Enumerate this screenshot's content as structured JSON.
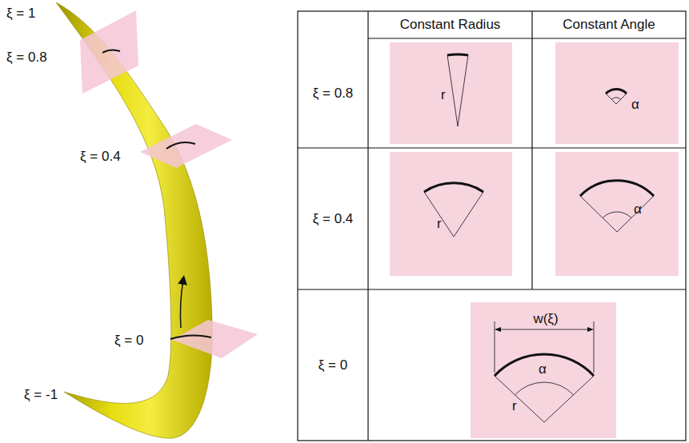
{
  "diagram": {
    "nodes": [
      {
        "text": [
          "r"
        ]
      },
      {
        "text": [
          "α"
        ]
      },
      {
        "text": [
          "r"
        ]
      },
      {
        "text": [
          "α"
        ]
      },
      {
        "text": [
          "w(ξ)",
          "α",
          "r"
        ]
      }
    ],
    "labels": [
      "ξ = 1",
      "ξ = 0.8",
      "ξ = 0.4",
      "ξ = 0",
      "ξ = -1",
      "Constant Radius",
      "Constant Angle",
      "ξ = 0.8",
      "ξ = 0.4",
      "ξ = 0"
    ]
  }
}
